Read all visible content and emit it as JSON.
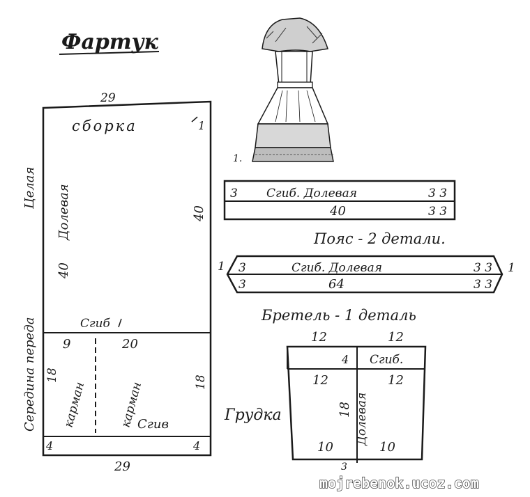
{
  "title": "Фартук",
  "apron": {
    "top_width": "29",
    "gather": "сборка",
    "tick_top": "1",
    "height": "40",
    "side_text_whole": "Целая",
    "side_text_grain": "Долевая",
    "side_left_40": "40",
    "side_text_front": "Середина переда",
    "fold": "Сгиб",
    "pocket_width_left": "9",
    "pocket_width_right": "20",
    "pocket_h_left": "18",
    "pocket_h_right": "18",
    "pocket_label_1": "карман",
    "pocket_label_2": "карман",
    "pocket_fold": "Сгив",
    "hem_left": "4",
    "hem_right": "4",
    "bottom_width": "29"
  },
  "belt": {
    "left_mark": "3",
    "text": "Сгиб. Долевая",
    "right_mark_top": "3 3",
    "length": "40",
    "right_mark_bottom": "3 3",
    "caption": "Пояс - 2 детали."
  },
  "strap": {
    "left_tip": "1",
    "left_mark": "3",
    "left_mark_2": "3",
    "text": "Сгиб. Долевая",
    "right_mark_top": "3 3",
    "length": "64",
    "right_mark_bottom": "3 3",
    "right_tip": "1",
    "caption": "Бретель - 1 деталь"
  },
  "bib": {
    "top_left": "12",
    "top_right": "12",
    "strip": "4",
    "fold": "Сгиб.",
    "mid_left": "12",
    "mid_right": "12",
    "height": "18",
    "grain": "Долевая",
    "bottom_left": "10",
    "bottom_right": "10",
    "bottom_mark": "3",
    "caption": "Грудка"
  },
  "figure_label": "1.",
  "watermark": "mojrebenok.ucoz.com"
}
